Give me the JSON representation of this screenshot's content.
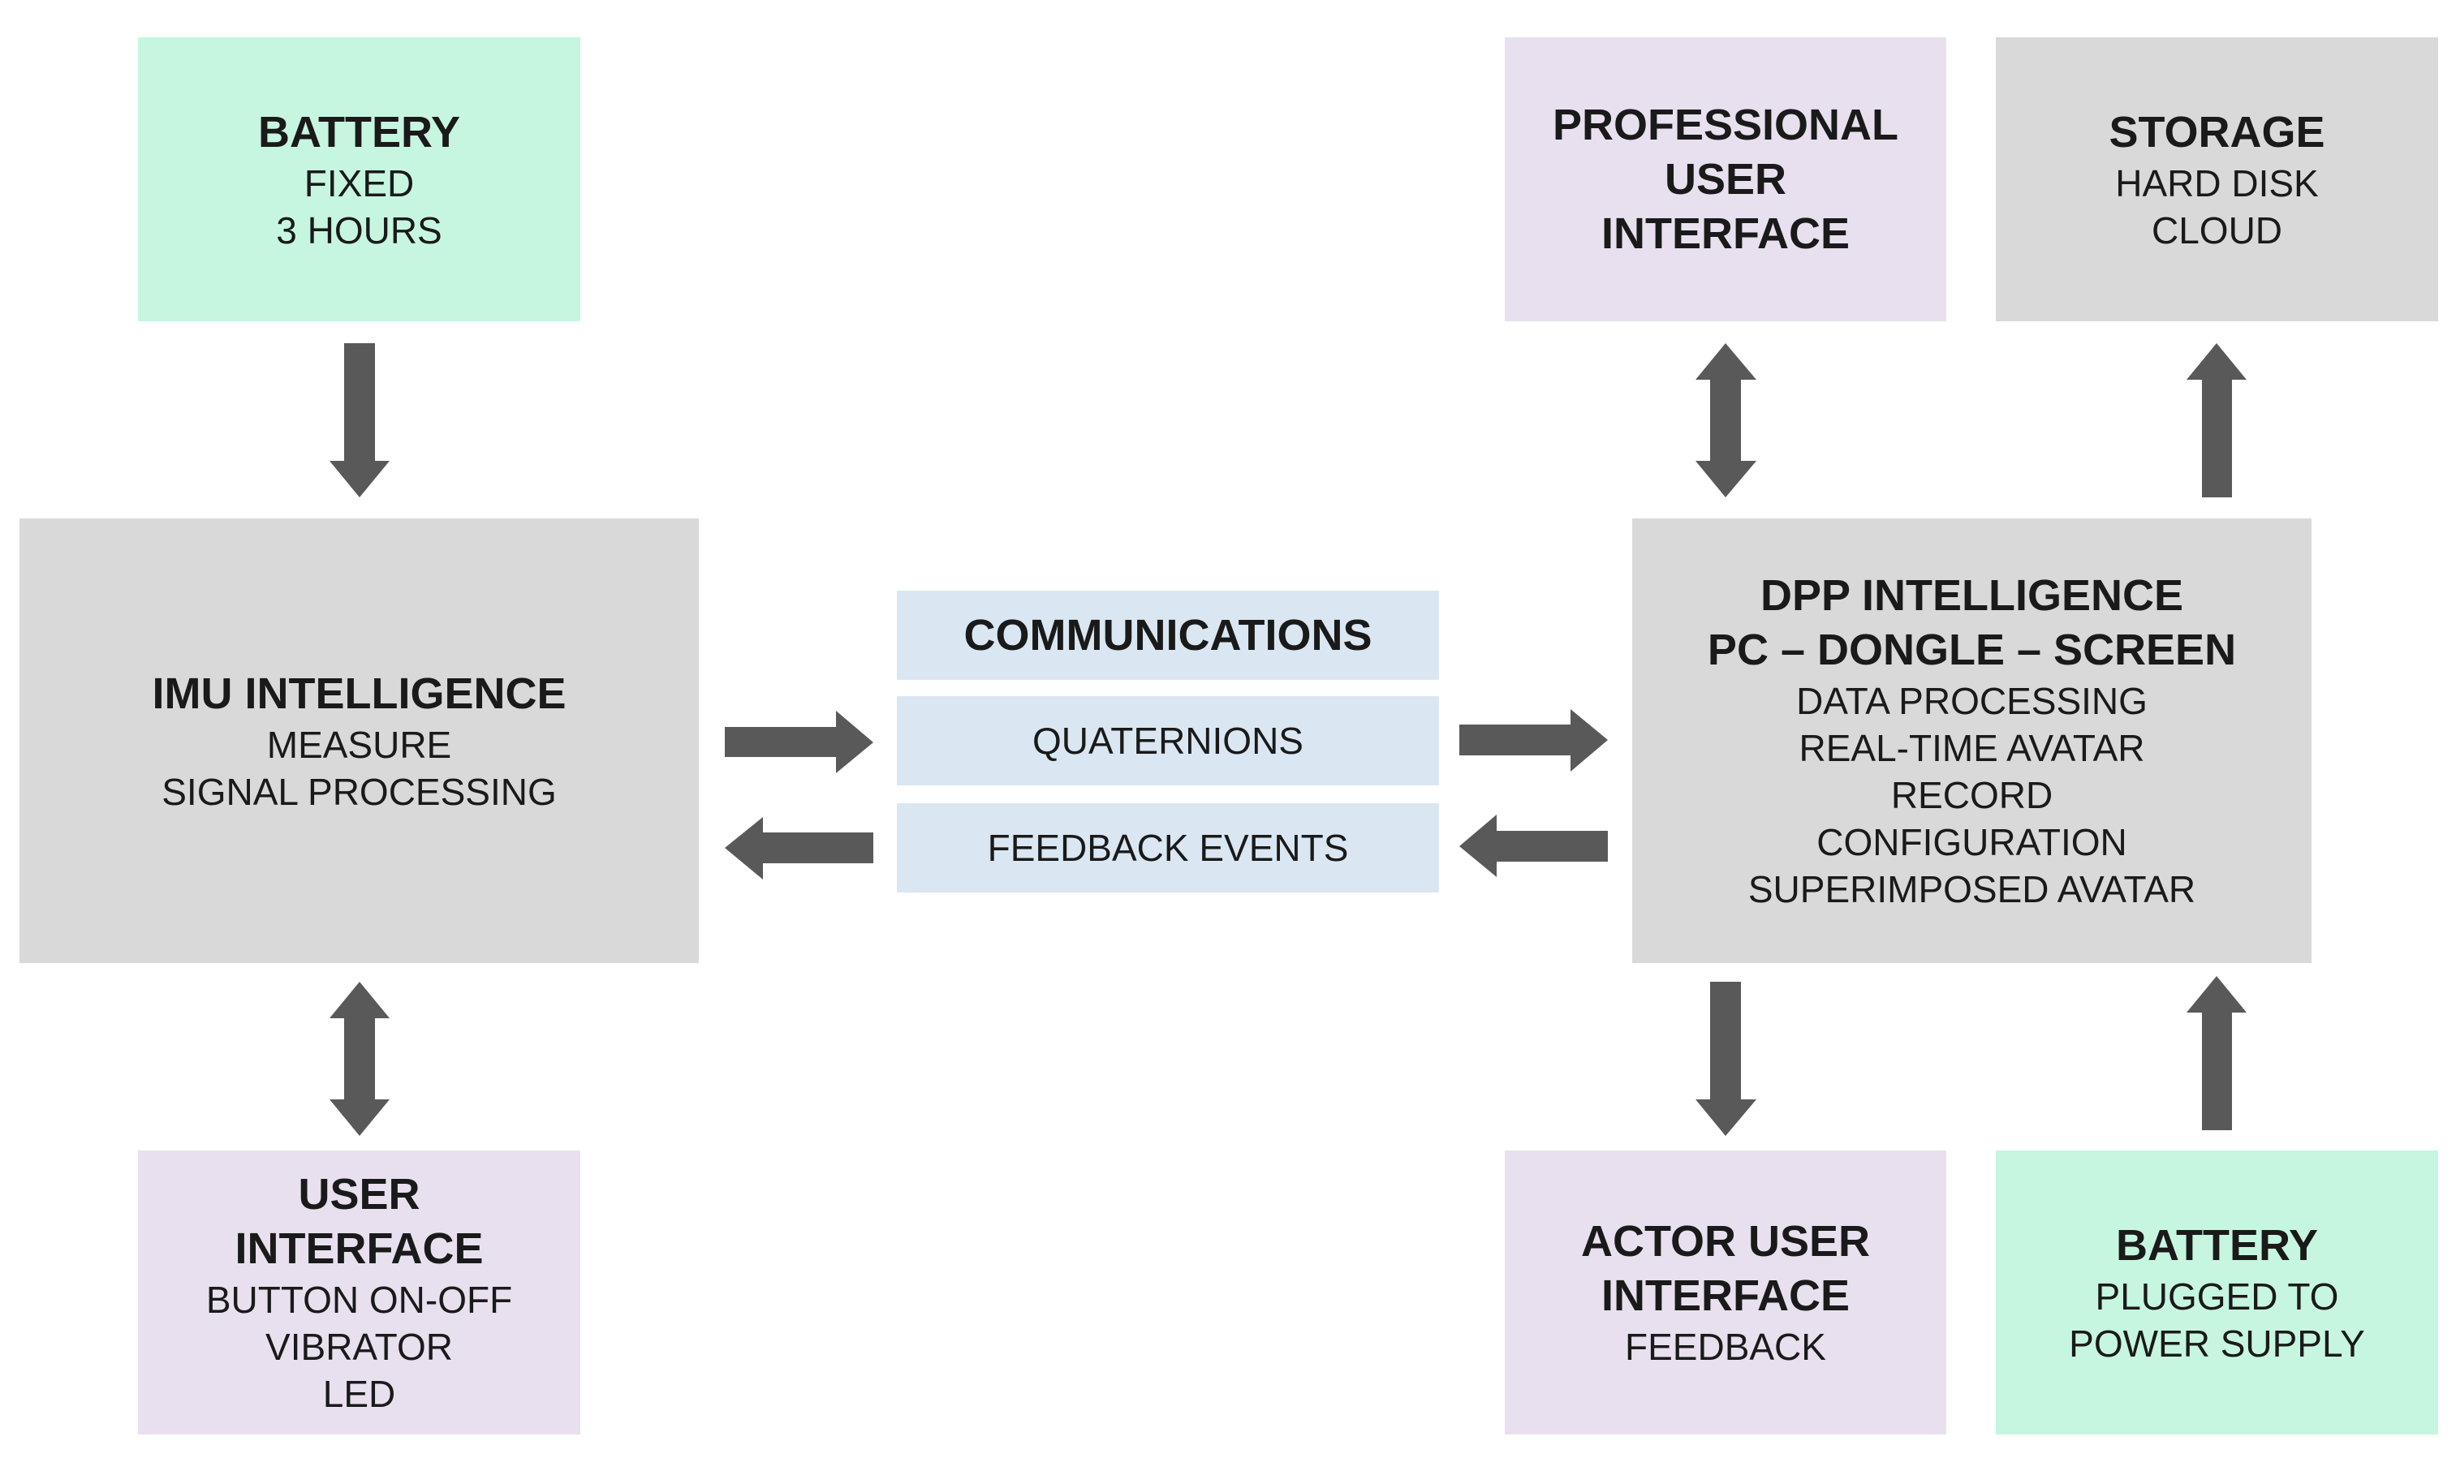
{
  "battery_left": {
    "title": "BATTERY",
    "lines": [
      "FIXED",
      "3 HOURS"
    ]
  },
  "imu": {
    "title": "IMU INTELLIGENCE",
    "lines": [
      "MEASURE",
      "SIGNAL PROCESSING"
    ]
  },
  "user_interface": {
    "title_lines": [
      "USER",
      "INTERFACE"
    ],
    "lines": [
      "BUTTON ON-OFF",
      "VIBRATOR",
      "LED"
    ]
  },
  "communications": {
    "title": "COMMUNICATIONS",
    "quaternions": "QUATERNIONS",
    "feedback_events": "FEEDBACK EVENTS"
  },
  "professional_ui": {
    "title_lines": [
      "PROFESSIONAL",
      "USER",
      "INTERFACE"
    ]
  },
  "storage": {
    "title": "STORAGE",
    "lines": [
      "HARD DISK",
      "CLOUD"
    ]
  },
  "dpp": {
    "title_lines": [
      "DPP INTELLIGENCE",
      "PC – DONGLE – SCREEN"
    ],
    "lines": [
      "DATA PROCESSING",
      "REAL-TIME AVATAR",
      "RECORD",
      "CONFIGURATION",
      "SUPERIMPOSED AVATAR"
    ]
  },
  "actor_ui": {
    "title_lines": [
      "ACTOR USER",
      "INTERFACE"
    ],
    "lines": [
      "FEEDBACK"
    ]
  },
  "battery_right": {
    "title": "BATTERY",
    "lines": [
      "PLUGGED TO",
      "POWER SUPPLY"
    ]
  },
  "colors": {
    "green": "#c6f6e0",
    "purple": "#e8e0ef",
    "gray": "#d9d9d9",
    "blue": "#dae7f2",
    "arrow": "#595959"
  }
}
